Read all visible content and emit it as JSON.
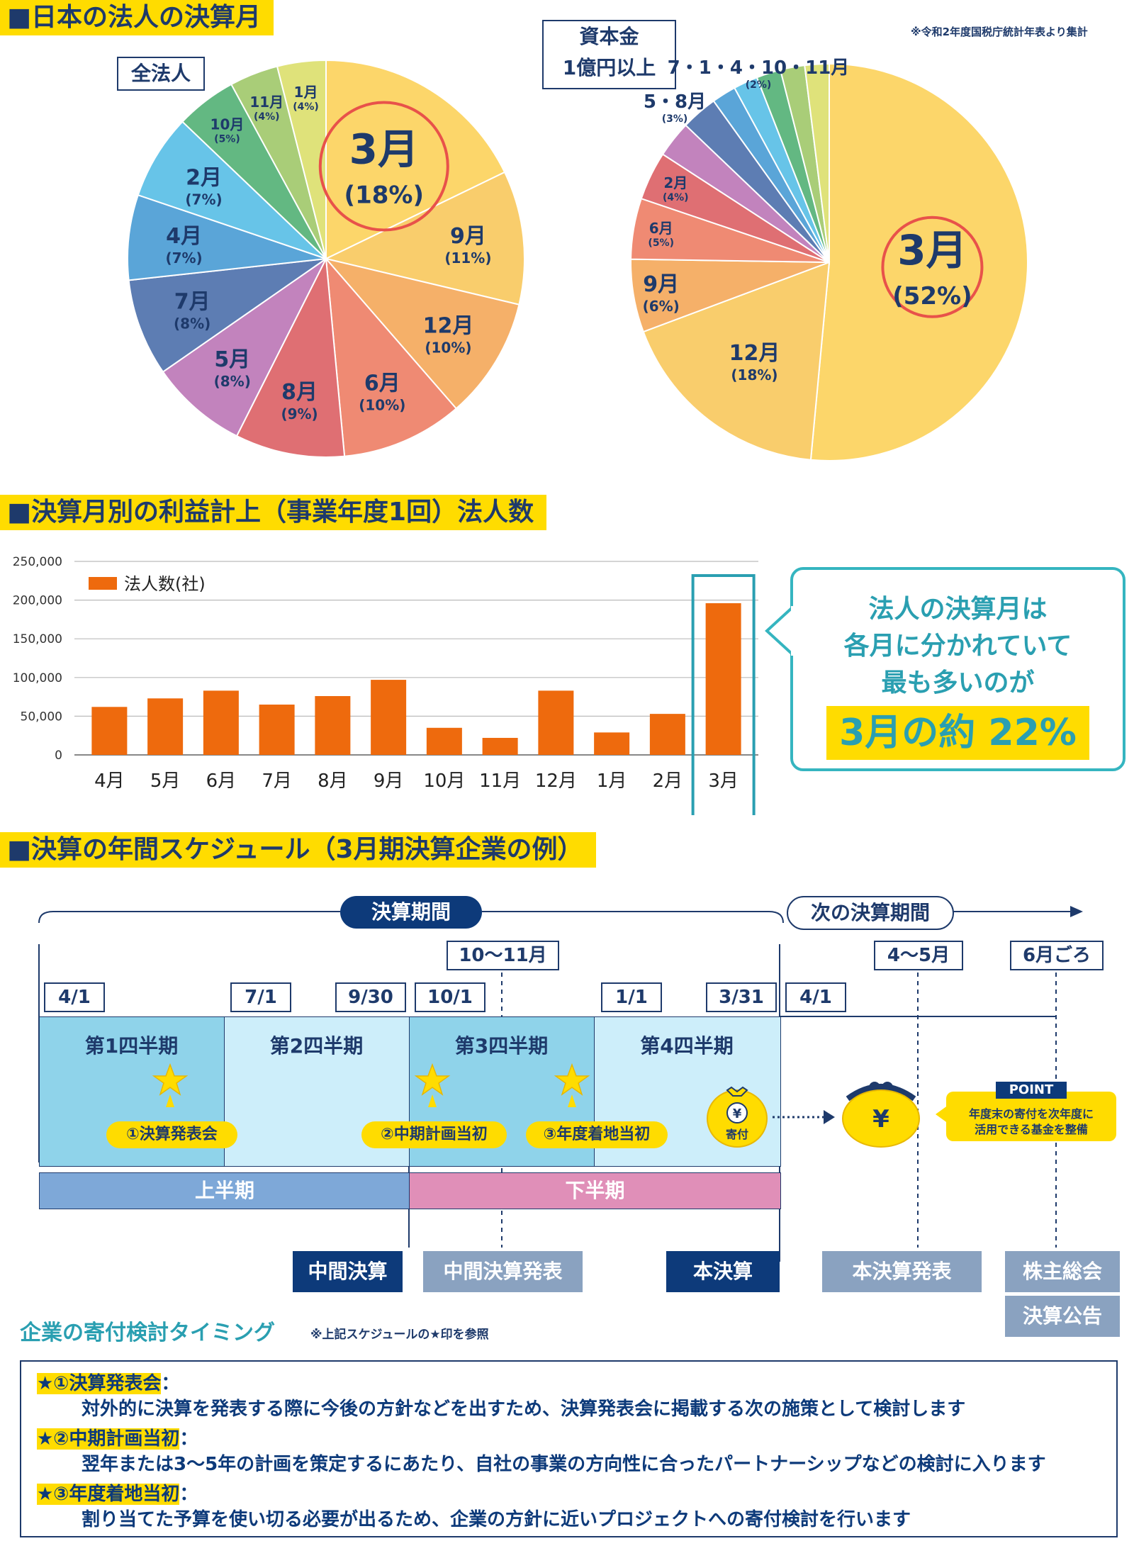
{
  "section1": {
    "title": "■日本の法人の決算月",
    "note": "※令和2年度国税庁統計年表より集計"
  },
  "pie_all": {
    "label": "全法人"
  },
  "pie_large": {
    "label_line1": "資本金",
    "label_line2": "1億円以上"
  },
  "section2": {
    "title": "■決算月別の利益計上（事業年度1回）法人数"
  },
  "callout": {
    "line1": "法人の決算月は",
    "line2": "各月に分かれていて",
    "line3": "最も多いのが",
    "highlight": "3月の約 22%"
  },
  "section3": {
    "title": "■決算の年間スケジュール（3月期決算企業の例）"
  },
  "schedule": {
    "period_current": "決算期間",
    "period_next": "次の決算期間",
    "dates": {
      "d1": "4/1",
      "d2": "7/1",
      "d3": "9/30",
      "d4": "10/1",
      "d5": "1/1",
      "d6": "3/31",
      "d7": "4/1",
      "d8": "10～11月",
      "d9": "4～5月",
      "d10": "6月ごろ"
    },
    "quarters": [
      "第1四半期",
      "第2四半期",
      "第3四半期",
      "第4四半期"
    ],
    "events": [
      "①決算発表会",
      "②中期計画当初",
      "③年度着地当初"
    ],
    "kifu": "寄付",
    "yen": "¥",
    "point_label": "POINT",
    "point_line1": "年度末の寄付を次年度に",
    "point_line2": "活用できる基金を整備",
    "half1": "上半期",
    "half2": "下半期",
    "interim": "中間決算",
    "interim_announce": "中間決算発表",
    "final": "本決算",
    "final_announce": "本決算発表",
    "agm": "株主総会",
    "public_notice": "決算公告"
  },
  "timing": {
    "title": "企業の寄付検討タイミング",
    "note": "※上記スケジュールの★印を参照",
    "items": [
      {
        "head": "★①決算発表会",
        "colon": "：",
        "body": "対外的に決算を発表する際に今後の方針などを出すため、決算発表会に掲載する次の施策として検討します"
      },
      {
        "head": "★②中期計画当初",
        "colon": "：",
        "body": "翌年または3～5年の計画を策定するにあたり、自社の事業の方向性に合ったパートナーシップなどの検討に入ります"
      },
      {
        "head": "★③年度着地当初",
        "colon": "：",
        "body": "割り当てた予算を使い切る必要が出るため、企業の方針に近いプロジェクトへの寄付検討を行います"
      }
    ]
  },
  "chart_data": [
    {
      "type": "pie",
      "title": "全法人",
      "slices": [
        {
          "label": "3月",
          "pct": "(18%)",
          "value": 18,
          "color": "#fcd66a"
        },
        {
          "label": "9月",
          "pct": "(11%)",
          "value": 11,
          "color": "#f9cd6c"
        },
        {
          "label": "12月",
          "pct": "(10%)",
          "value": 10,
          "color": "#f5b069"
        },
        {
          "label": "6月",
          "pct": "(10%)",
          "value": 10,
          "color": "#ef8a73"
        },
        {
          "label": "8月",
          "pct": "(9%)",
          "value": 9,
          "color": "#df6f73"
        },
        {
          "label": "5月",
          "pct": "(8%)",
          "value": 8,
          "color": "#c283bd"
        },
        {
          "label": "7月",
          "pct": "(8%)",
          "value": 8,
          "color": "#5d7db3"
        },
        {
          "label": "4月",
          "pct": "(7%)",
          "value": 7,
          "color": "#5aa5d8"
        },
        {
          "label": "2月",
          "pct": "(7%)",
          "value": 7,
          "color": "#67c4e8"
        },
        {
          "label": "10月",
          "pct": "(5%)",
          "value": 5,
          "color": "#63b882"
        },
        {
          "label": "11月",
          "pct": "(4%)",
          "value": 4,
          "color": "#a9cd78"
        },
        {
          "label": "1月",
          "pct": "(4%)",
          "value": 4,
          "color": "#dfe27a"
        }
      ]
    },
    {
      "type": "pie",
      "title": "資本金 1億円以上",
      "slices": [
        {
          "label": "3月",
          "pct": "(52%)",
          "value": 52,
          "color": "#fcd66a"
        },
        {
          "label": "12月",
          "pct": "(18%)",
          "value": 18,
          "color": "#f9cd6c"
        },
        {
          "label": "9月",
          "pct": "(6%)",
          "value": 6,
          "color": "#f5b069"
        },
        {
          "label": "6月",
          "pct": "(5%)",
          "value": 5,
          "color": "#ef8a73"
        },
        {
          "label": "2月",
          "pct": "(4%)",
          "value": 4,
          "color": "#df6f73"
        },
        {
          "label": "5月",
          "pct": "(3%)",
          "value": 3,
          "color": "#c283bd"
        },
        {
          "label": "8月",
          "pct": "(3%)",
          "value": 3,
          "color": "#5d7db3"
        },
        {
          "label": "7月",
          "pct": "(2%)",
          "value": 2,
          "color": "#5aa5d8"
        },
        {
          "label": "1月",
          "pct": "(2%)",
          "value": 2,
          "color": "#67c4e8"
        },
        {
          "label": "4月",
          "pct": "(2%)",
          "value": 2,
          "color": "#63b882"
        },
        {
          "label": "10月",
          "pct": "(2%)",
          "value": 2,
          "color": "#a9cd78"
        },
        {
          "label": "11月",
          "pct": "(2%)",
          "value": 2,
          "color": "#dfe27a"
        }
      ],
      "labels_small_top": "7・1・4・10・11月",
      "labels_small_top_pct": "(2%)",
      "labels_small_mid": "5・8月",
      "labels_small_mid_pct": "(3%)"
    },
    {
      "type": "bar",
      "categories": [
        "4月",
        "5月",
        "6月",
        "7月",
        "8月",
        "9月",
        "10月",
        "11月",
        "12月",
        "1月",
        "2月",
        "3月"
      ],
      "series": [
        {
          "name": "法人数(社)",
          "values": [
            62000,
            73000,
            83000,
            65000,
            76000,
            97000,
            35000,
            22000,
            83000,
            29000,
            53000,
            196000
          ]
        }
      ],
      "ylim": [
        0,
        250000
      ],
      "yticks": [
        "250,000",
        "200,000",
        "150,000",
        "100,000",
        "50,000",
        "0"
      ],
      "ytick_values": [
        250000,
        200000,
        150000,
        100000,
        50000,
        0
      ],
      "bar_color": "#ee6a0d",
      "highlight": "3月"
    }
  ]
}
